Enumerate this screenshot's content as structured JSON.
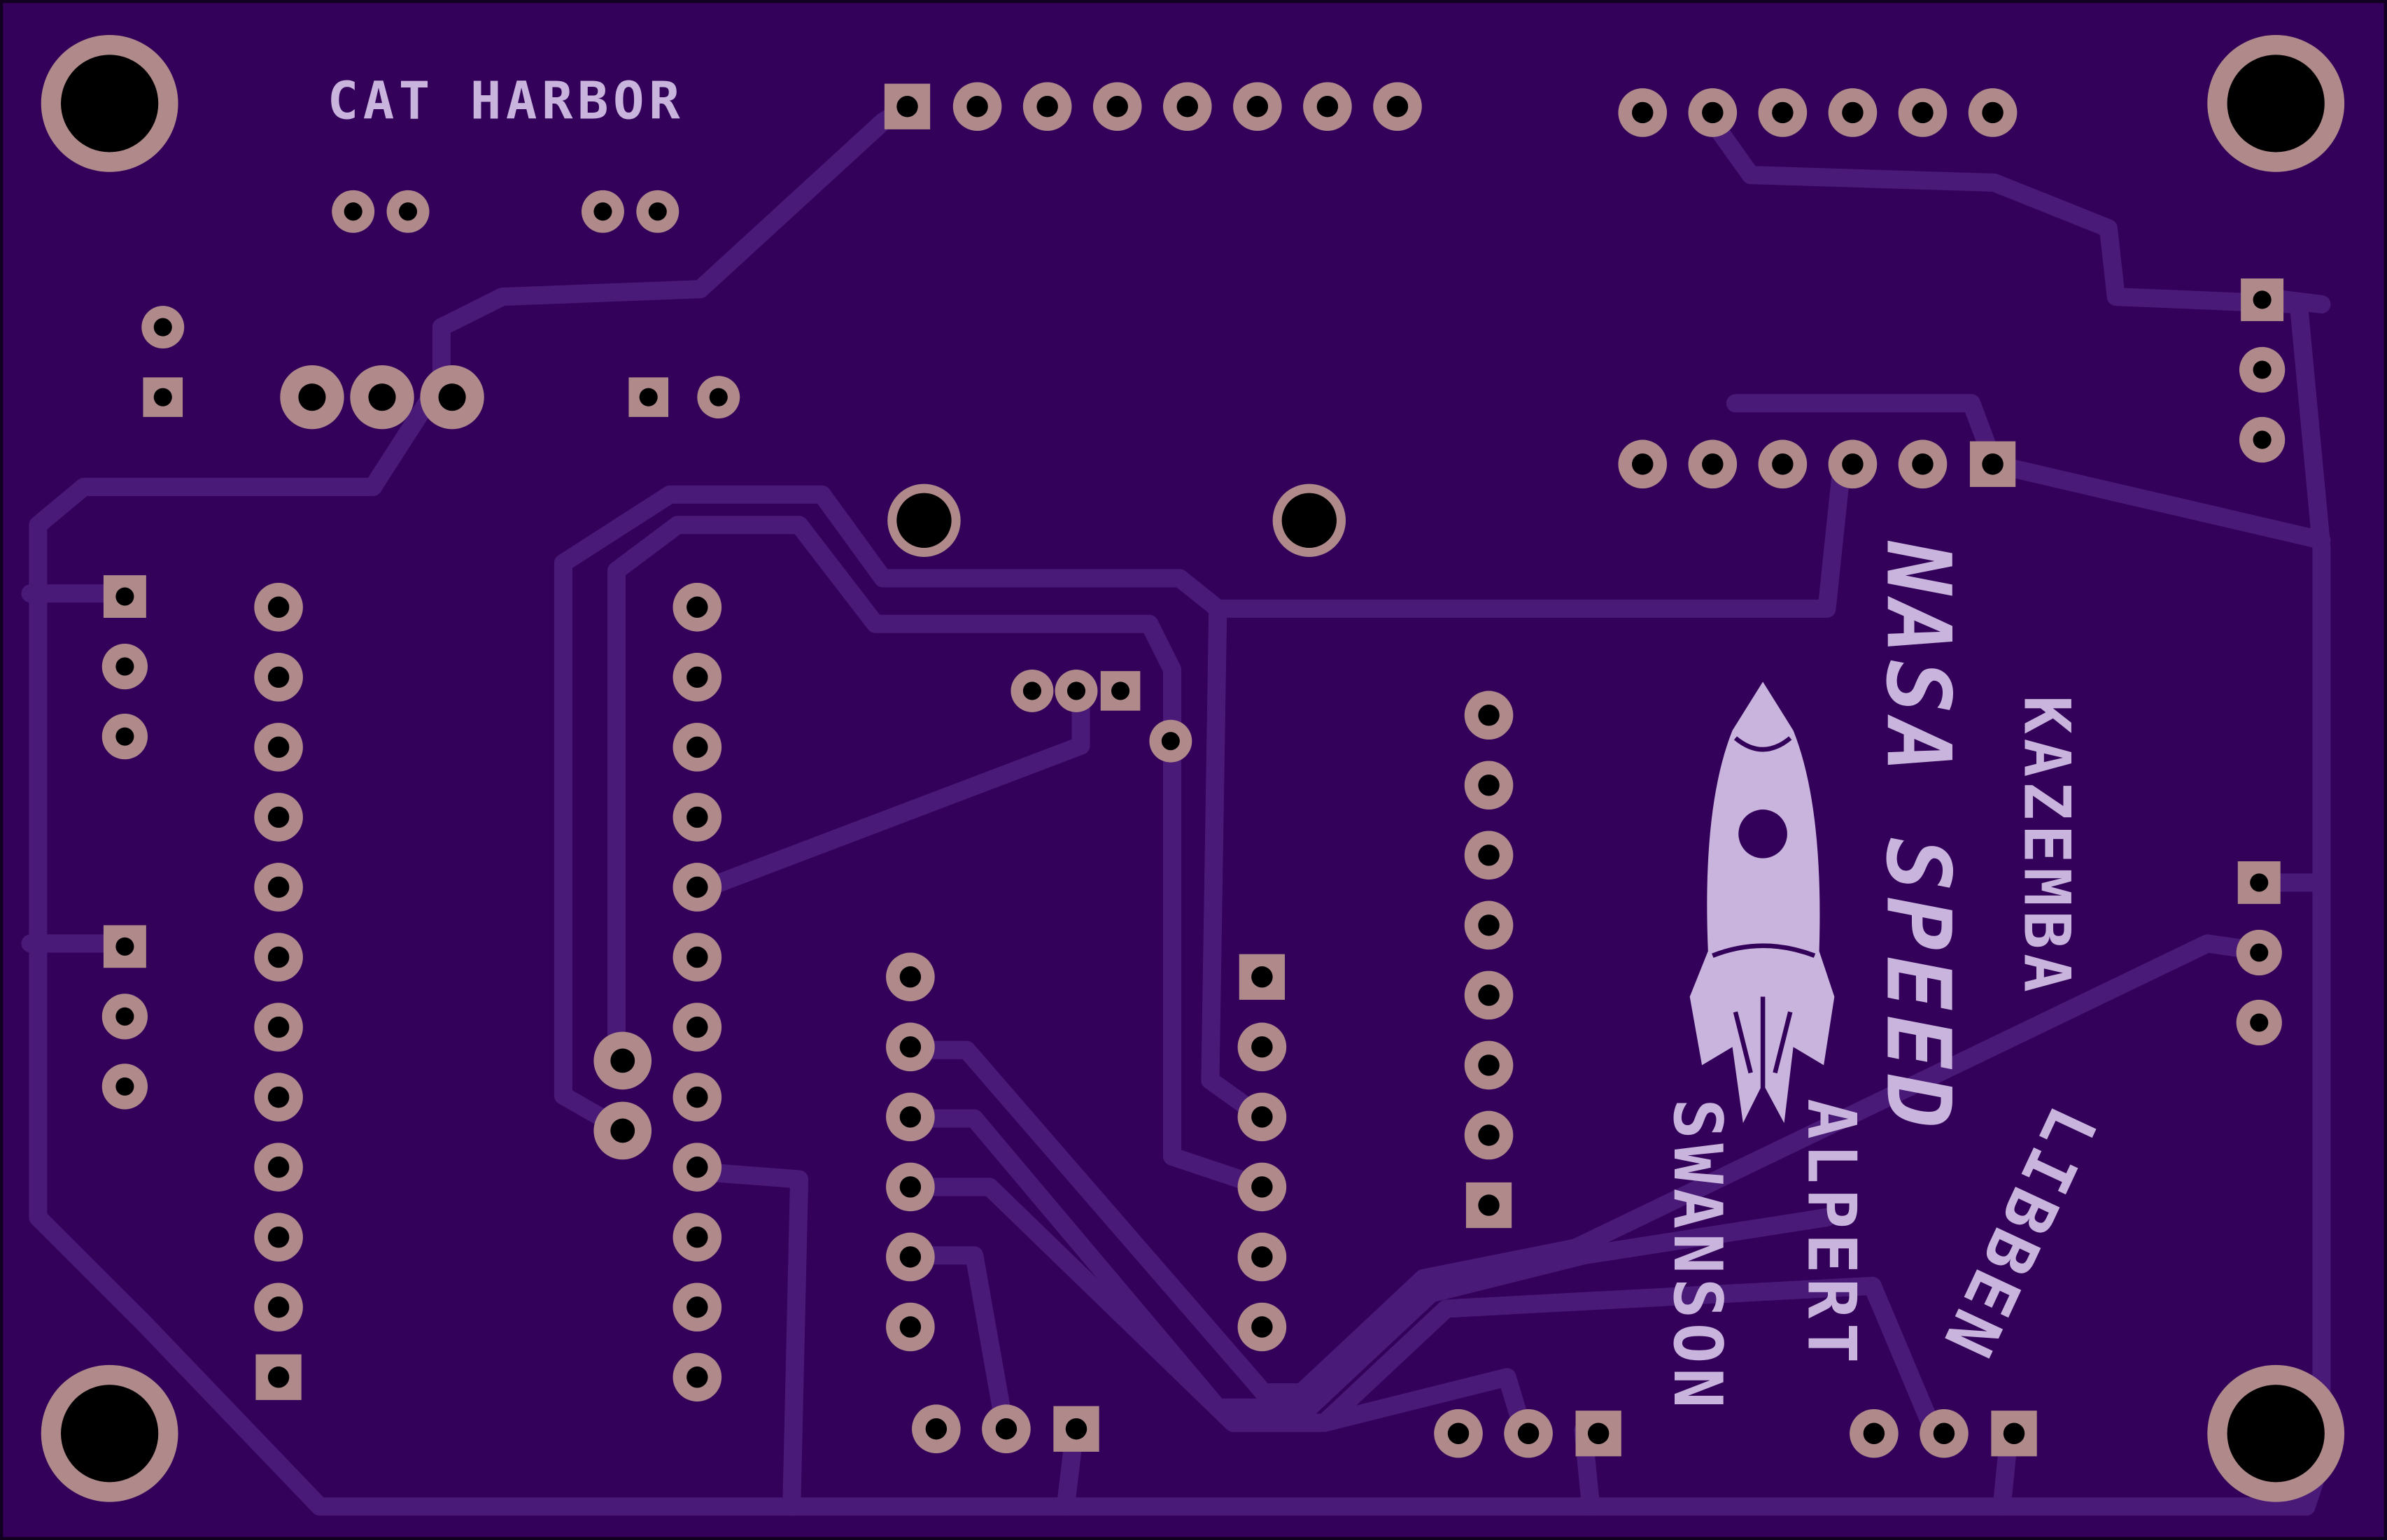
{
  "colors": {
    "board": "#33005a",
    "edge": "#120020",
    "trace": "#4a1a78",
    "pad": "#b08a8a",
    "hole": "#000000",
    "silkscreen": "#c8b4dc"
  },
  "labels": {
    "board_name": "CAT HARBOR",
    "project": "NASA SPEED",
    "name_kazemba": "KAZEMBA",
    "name_alpert": "ALPERT",
    "name_swanson": "SWANSON",
    "name_libben": "LIBBEN"
  },
  "icons": {
    "mascot": "rocket-icon"
  }
}
